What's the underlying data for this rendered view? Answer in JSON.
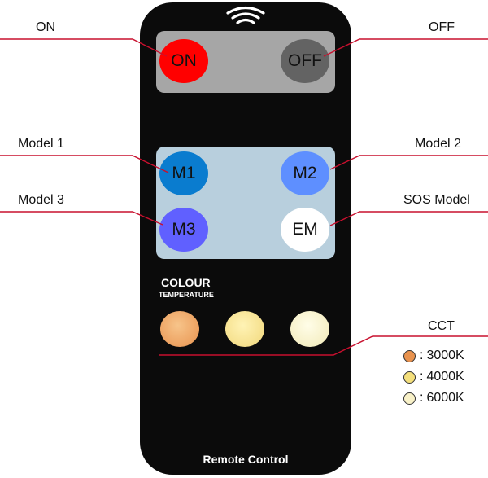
{
  "remote": {
    "on_label": "ON",
    "off_label": "OFF",
    "m1_label": "M1",
    "m2_label": "M2",
    "m3_label": "M3",
    "em_label": "EM",
    "colour_title": "COLOUR",
    "colour_subtitle": "TEMPERATURE",
    "footer": "Remote Control"
  },
  "callouts": {
    "on": "ON",
    "off": "OFF",
    "model1": "Model 1",
    "model2": "Model 2",
    "model3": "Model 3",
    "sos": "SOS Model",
    "cct": "CCT"
  },
  "cct_legend": [
    {
      "color": "#e8924e",
      "label": "3000K"
    },
    {
      "color": "#f4df7c",
      "label": "4000K"
    },
    {
      "color": "#f8f1c8",
      "label": "6000K"
    }
  ],
  "colors": {
    "body": "#0b0b0b",
    "leader_line": "#c8102e",
    "on_button": "#ff0000",
    "off_button": "#636363"
  },
  "icons": {
    "signal": "wifi-signal-icon"
  }
}
